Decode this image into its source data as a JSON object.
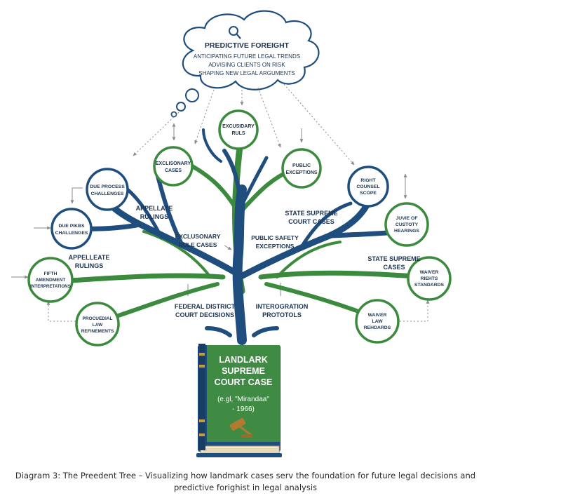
{
  "cloud": {
    "title": "PREDICTIVE FOREIGHT",
    "lines": [
      "ANTICIPATING FUTURE LEGAL TRENDS",
      "ADVISING CLIENTS ON RISK",
      "SHAPING NEW LEGAL ARGUMENTS"
    ]
  },
  "nodes": {
    "top": [
      "EXCUSIDARY",
      "RULS"
    ],
    "excl_cases": [
      "EXCLISONARY",
      "CASES"
    ],
    "public_exc": [
      "PUBLIC",
      "EXCEPTIONS"
    ],
    "due_process": [
      "DUE PROCESS",
      "CHALLENGES"
    ],
    "due_pikbs": [
      "DUE PIKBS",
      "CHALLENGES"
    ],
    "fifth": [
      "FIFTH",
      "AMENDMENT",
      "INTERPRETATIONS"
    ],
    "procedural": [
      "PROCUEDIAL",
      "LAW",
      "REFINEMENTS"
    ],
    "right_counsel": [
      "RIGHT",
      "COUNSEL",
      "SCOPE"
    ],
    "juvie": [
      "JUVIE OF",
      "CUSTOTY",
      "HEARINGS"
    ],
    "waiver_rights": [
      "WAIVER",
      "RIEHTS",
      "STANDARDS"
    ],
    "waiver_law": [
      "WAIVER",
      "LAW",
      "REHDARDS"
    ]
  },
  "branch_labels": {
    "appellate_upper": [
      "APPELLATE",
      "RULINGS"
    ],
    "appellate_lower": [
      "APPELLEATE",
      "RULINGS"
    ],
    "exclusonary": [
      "EXCLUSONARY",
      "RULE CASES"
    ],
    "public_safety": [
      "PUBLIC SAFETY",
      "EXCEPTIONS"
    ],
    "state_upper": [
      "STATE SUPREME",
      "COURT CASES"
    ],
    "state_lower": [
      "STATE SUPREME",
      "CASES"
    ],
    "federal": [
      "FEDERAL DISTRICT",
      "COURT DECISIONS"
    ],
    "interrogation": [
      "INTEROGRATION",
      "PROTOTOLS"
    ]
  },
  "book": {
    "title_lines": [
      "LANDLARK",
      "SUPREME",
      "COURT CASE"
    ],
    "subtitle_lines": [
      "(e.gl, \"Mirandaa\"",
      "- 1966)"
    ]
  },
  "caption": {
    "line1": "Diagram 3: The Preedent Tree – Visualizing how landmark cases serv the foundation for future legal decisions and",
    "line2": "predictive forighist in legal analysis"
  },
  "colors": {
    "navy": "#1f4e7e",
    "green": "#3b8a3e",
    "book_green": "#3f8b43",
    "text": "#1c3553",
    "arrow": "#8a8a8a"
  }
}
